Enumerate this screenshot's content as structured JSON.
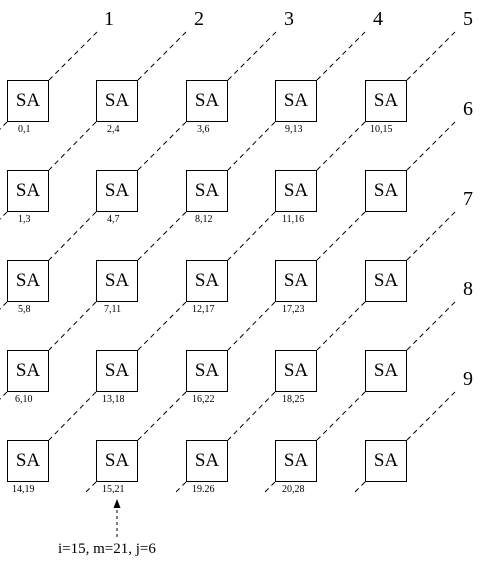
{
  "diagonal_labels": [
    "1",
    "2",
    "3",
    "4",
    "5",
    "6",
    "7",
    "8",
    "9"
  ],
  "grid": {
    "cell_text": "SA",
    "rows": [
      [
        "0,1",
        "2,4",
        "3,6",
        "9,13",
        "10,15"
      ],
      [
        "1,3",
        "4,7",
        "8,12",
        "11,16",
        ""
      ],
      [
        "5,8",
        "7,11",
        "12,17",
        "17,23",
        ""
      ],
      [
        "6,10",
        "13,18",
        "16,22",
        "18,25",
        ""
      ],
      [
        "14,19",
        "15,21",
        "19.26",
        "20,28",
        ""
      ]
    ]
  },
  "caption": "i=15, m=21, j=6"
}
